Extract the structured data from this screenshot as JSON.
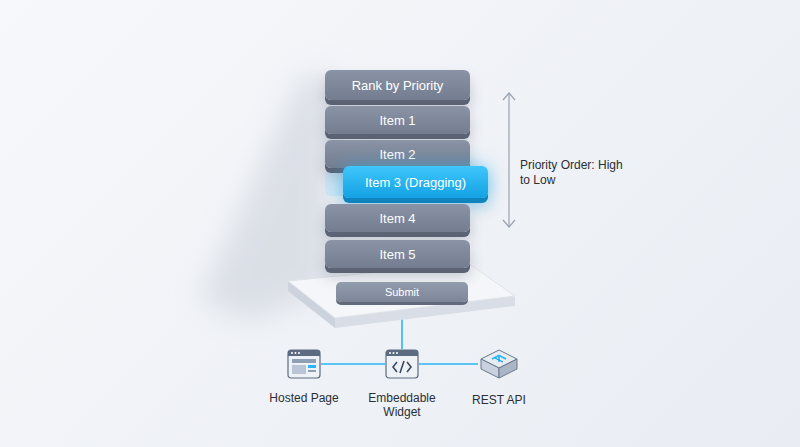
{
  "diagram": {
    "nodes": [
      {
        "text": [
          "Rank by Priority"
        ]
      },
      {
        "text": [
          "Item 1"
        ]
      },
      {
        "text": [
          "Item 2"
        ]
      },
      {
        "text": [
          "Item 3 (Dragging)"
        ]
      },
      {
        "text": [
          "Item 4"
        ]
      },
      {
        "text": [
          "Item 5"
        ]
      },
      {
        "text": [
          "Submit"
        ]
      },
      {
        "text": [
          "Hosted Page"
        ]
      },
      {
        "text": [
          "Embeddable Widget"
        ]
      },
      {
        "text": [
          "REST API"
        ]
      }
    ],
    "edges": [
      {
        "from": 6,
        "to": 8,
        "arrow": "none"
      },
      {
        "from": 7,
        "to": 8,
        "arrow": "none"
      },
      {
        "from": 8,
        "to": 9,
        "arrow": "none"
      }
    ],
    "labels": [
      "Priority Order: High to Low"
    ]
  }
}
